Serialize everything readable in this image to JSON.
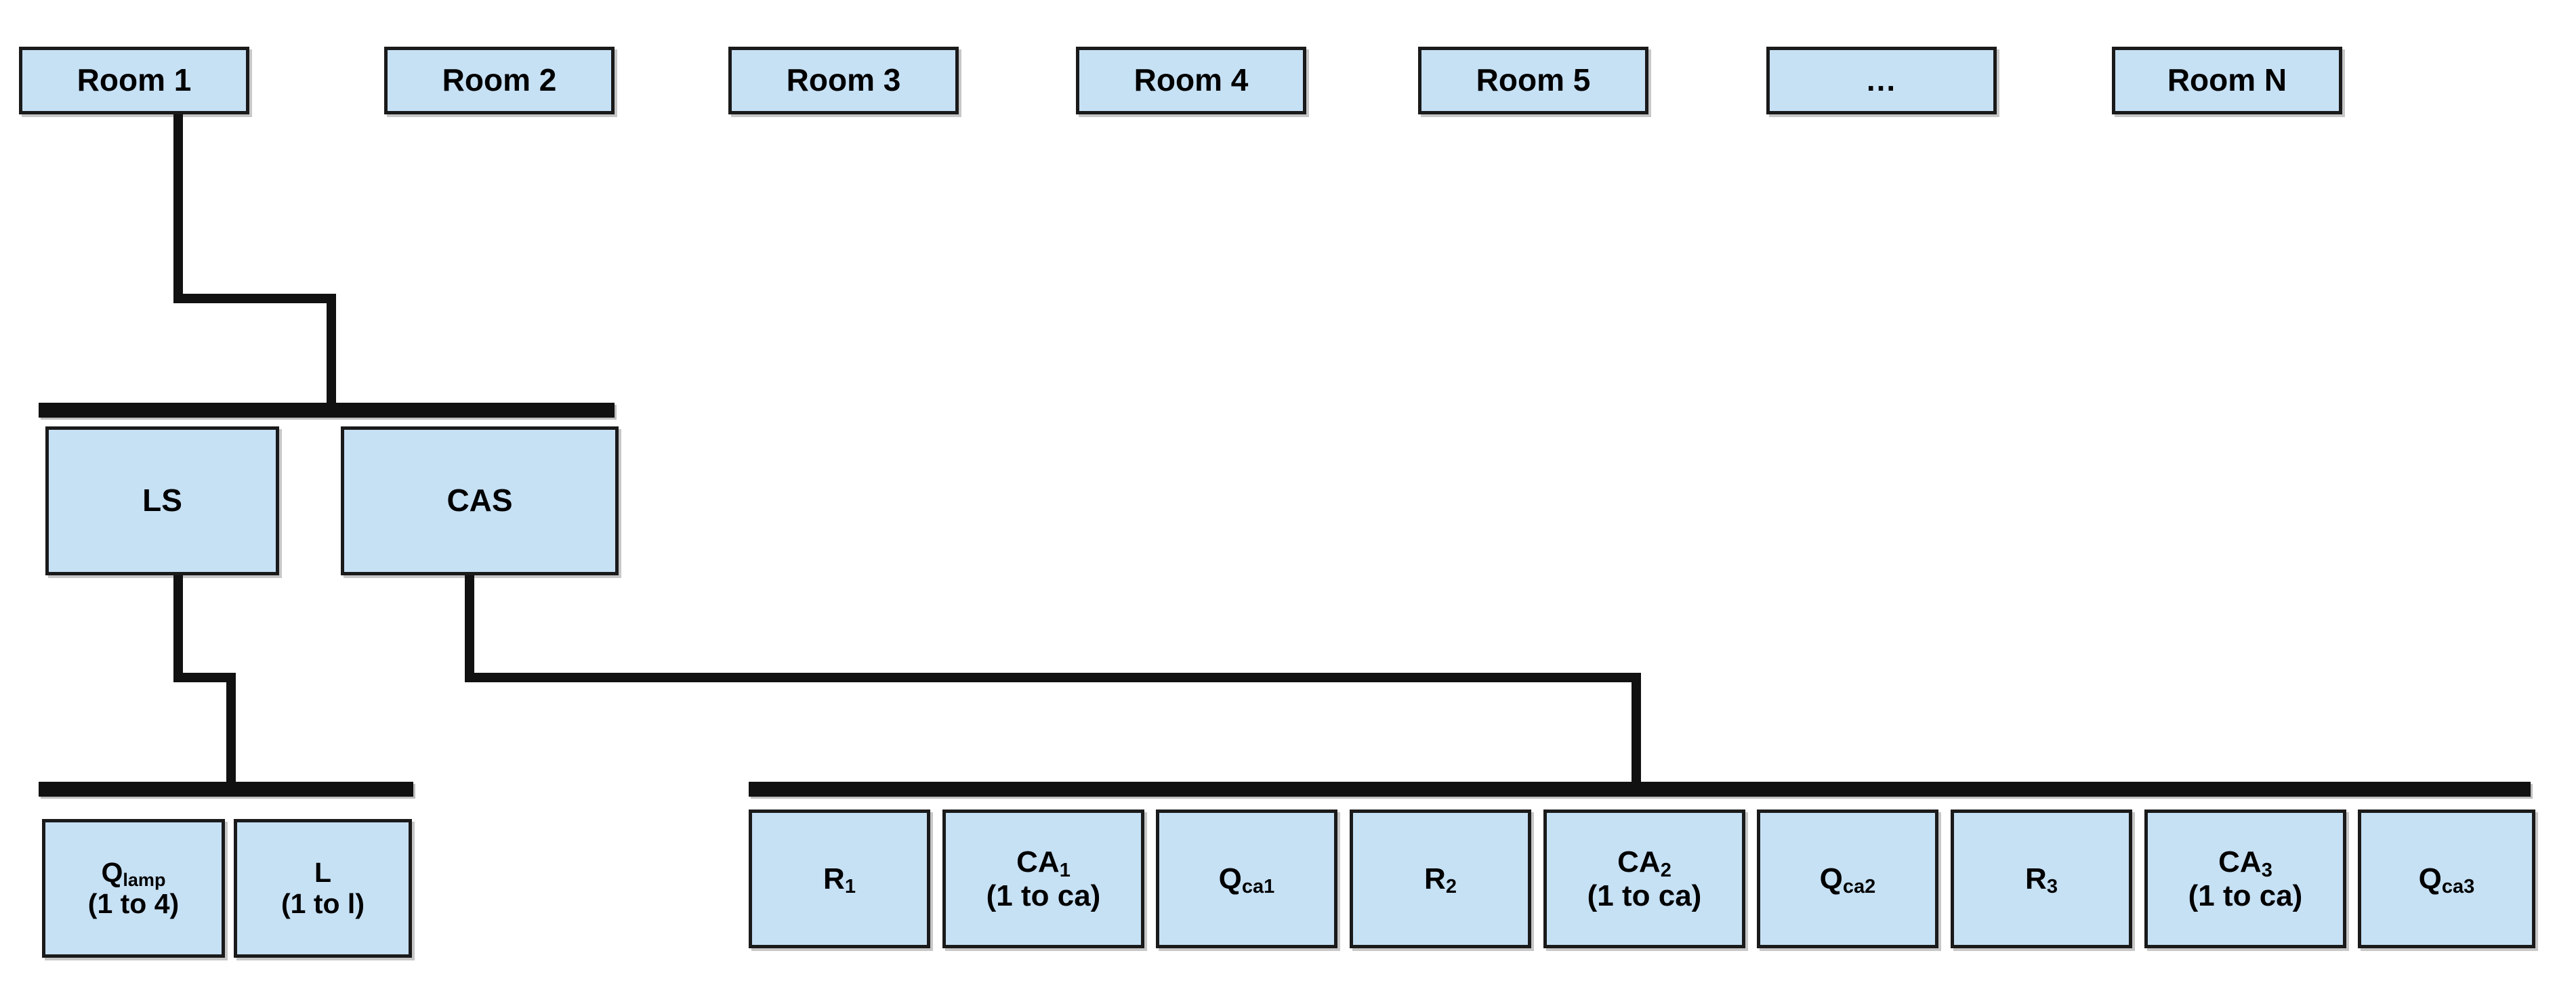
{
  "diagram": {
    "title": "Room / Lighting System hierarchical block diagram",
    "colors": {
      "node_fill": "#c6e0f4",
      "node_border": "#1a1a1a",
      "bus": "#111111",
      "background": "#ffffff"
    },
    "rooms": [
      {
        "id": "room-1",
        "label": "Room 1"
      },
      {
        "id": "room-2",
        "label": "Room 2"
      },
      {
        "id": "room-3",
        "label": "Room 3"
      },
      {
        "id": "room-4",
        "label": "Room 4"
      },
      {
        "id": "room-5",
        "label": "Room 5"
      },
      {
        "id": "room-ellipsis",
        "label": "..."
      },
      {
        "id": "room-n",
        "label": "Room N"
      }
    ],
    "tier2": [
      {
        "id": "ls",
        "label": "LS"
      },
      {
        "id": "cas",
        "label": "CAS"
      }
    ],
    "ls_children": [
      {
        "id": "q-lamp",
        "line1_base": "Q",
        "line1_sub": "lamp",
        "line2": "(1 to 4)"
      },
      {
        "id": "l",
        "line1_base": "L",
        "line1_sub": "",
        "line2": "(1 to l)"
      }
    ],
    "cas_children": [
      {
        "id": "r1",
        "line1_base": "R",
        "line1_sub": "1",
        "line2": ""
      },
      {
        "id": "ca1",
        "line1_base": "CA",
        "line1_sub": "1",
        "line2": "(1 to ca)"
      },
      {
        "id": "q-ca1",
        "line1_base": "Q",
        "line1_sub": "ca1",
        "line2": ""
      },
      {
        "id": "r2",
        "line1_base": "R",
        "line1_sub": "2",
        "line2": ""
      },
      {
        "id": "ca2",
        "line1_base": "CA",
        "line1_sub": "2",
        "line2": "(1 to ca)"
      },
      {
        "id": "q-ca2",
        "line1_base": "Q",
        "line1_sub": "ca2",
        "line2": ""
      },
      {
        "id": "r3",
        "line1_base": "R",
        "line1_sub": "3",
        "line2": ""
      },
      {
        "id": "ca3",
        "line1_base": "CA",
        "line1_sub": "3",
        "line2": "(1 to ca)"
      },
      {
        "id": "q-ca3",
        "line1_base": "Q",
        "line1_sub": "ca3",
        "line2": ""
      }
    ]
  }
}
